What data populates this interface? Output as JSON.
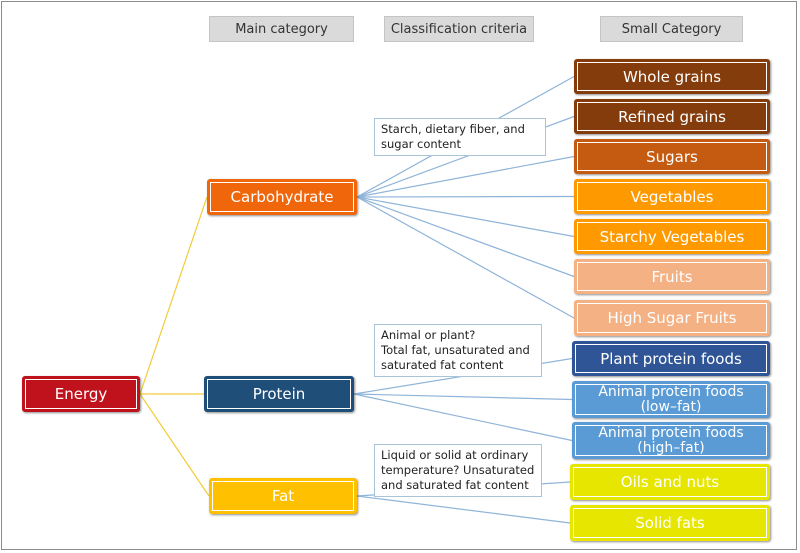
{
  "headers": {
    "main": "Main category",
    "criteria": "Classification criteria",
    "small": "Small Category"
  },
  "root": {
    "label": "Energy",
    "color": "#c0121d"
  },
  "main_categories": [
    {
      "label": "Carbohydrate",
      "color": "#f0660a"
    },
    {
      "label": "Protein",
      "color": "#1f4e79"
    },
    {
      "label": "Fat",
      "color": "#ffc000"
    }
  ],
  "criteria": [
    {
      "text": "Starch, dietary fiber, and\nsugar content"
    },
    {
      "text": "Animal or plant?\nTotal fat, unsaturated and\nsaturated fat content"
    },
    {
      "text": "Liquid or solid at ordinary\ntemperature? Unsaturated\nand saturated fat content"
    }
  ],
  "small_categories": [
    {
      "label": "Whole grains",
      "color": "#843c0c",
      "parent": "Carbohydrate"
    },
    {
      "label": "Refined grains",
      "color": "#843c0c",
      "parent": "Carbohydrate"
    },
    {
      "label": "Sugars",
      "color": "#c55a11",
      "parent": "Carbohydrate"
    },
    {
      "label": "Vegetables",
      "color": "#ff9900",
      "parent": "Carbohydrate"
    },
    {
      "label": "Starchy Vegetables",
      "color": "#ff9900",
      "parent": "Carbohydrate"
    },
    {
      "label": "Fruits",
      "color": "#f4b183",
      "parent": "Carbohydrate"
    },
    {
      "label": "High Sugar Fruits",
      "color": "#f4b183",
      "parent": "Carbohydrate"
    },
    {
      "label": "Plant protein foods",
      "color": "#2f5597",
      "parent": "Protein"
    },
    {
      "label": "Animal protein foods\n(low–fat)",
      "color": "#5b9bd5",
      "parent": "Protein"
    },
    {
      "label": "Animal protein foods\n(high–fat)",
      "color": "#5b9bd5",
      "parent": "Protein"
    },
    {
      "label": "Oils and nuts",
      "color": "#e6e600",
      "parent": "Fat"
    },
    {
      "label": "Solid fats",
      "color": "#e6e600",
      "parent": "Fat"
    }
  ],
  "line_colors": {
    "root": "#f2cc3a",
    "branch": "#8fb4d9"
  }
}
